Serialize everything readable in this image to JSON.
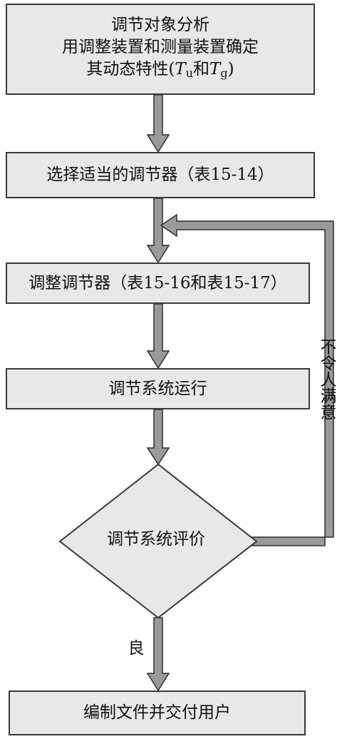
{
  "boxes": {
    "analysis": {
      "line1": "调节对象分析",
      "line2": "用调整装置和测量装置确定",
      "line3_prefix": "其动态特性(",
      "tu_symbol": "T",
      "tu_sub": "u",
      "and_word": "和",
      "tg_symbol": "T",
      "tg_sub": "g",
      "line3_suffix": ")"
    },
    "select": "选择适当的调节器（表15-14）",
    "adjust": "调整调节器（表15-16和表15-17）",
    "run": "调节系统运行",
    "evaluate": "调节系统评价",
    "deliver": "编制文件并交付用户"
  },
  "labels": {
    "unsatisfied": "不令人满意",
    "good": "良"
  },
  "colors": {
    "box_fill": "#e8e8e8",
    "box_border": "#3a3a3a",
    "arrow_fill": "#9a9a9a",
    "arrow_stroke": "#2e2e2e"
  }
}
